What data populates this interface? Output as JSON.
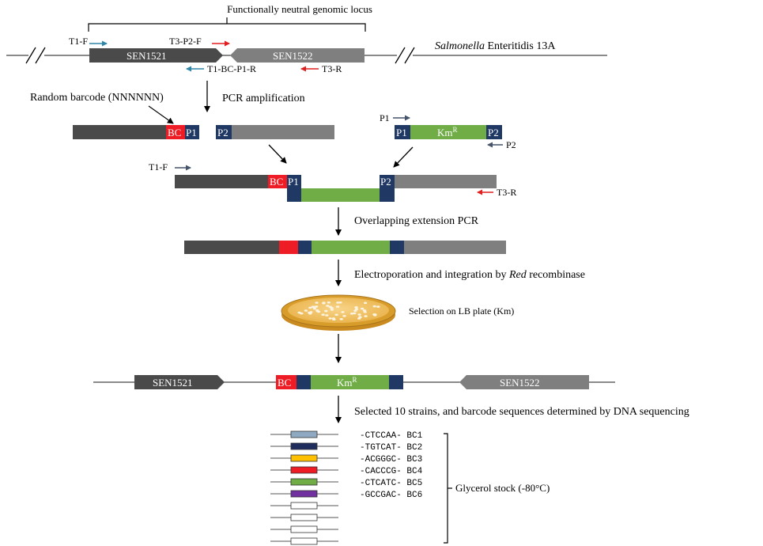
{
  "colors": {
    "dark_gray": "#4a4a4a",
    "mid_gray": "#7f7f7f",
    "barcode_red": "#ee1c24",
    "primer_navy": "#1f3864",
    "km_green": "#70ad47",
    "teal_arrow": "#2e86a8",
    "red_arrow": "#e02020",
    "plate_fill": "#f4c56a",
    "plate_rim": "#d89c2a"
  },
  "locus": {
    "bracket_label": "Functionally neutral genomic locus",
    "organism_italic": "Salmonella",
    "organism_rest": " Enteritidis 13A",
    "gene1": "SEN1521",
    "gene2": "SEN1522"
  },
  "primers": {
    "t1f": "T1-F",
    "t3p2f": "T3-P2-F",
    "t1bcp1r": "T1-BC-P1-R",
    "t3r": "T3-R",
    "p1": "P1",
    "p2": "P2"
  },
  "labels": {
    "random_barcode": "Random barcode (NNNNNN)",
    "bc": "BC",
    "p1": "P1",
    "p2": "P2",
    "km_base": "Km",
    "km_sup": "R"
  },
  "steps": {
    "pcr": "PCR amplification",
    "overlap": "Overlapping extension PCR",
    "electro_prefix": "Electroporation and integration by ",
    "electro_italic": "Red",
    "electro_suffix": " recombinase",
    "selection": "Selection on LB plate (Km)",
    "selected": "Selected 10 strains, and barcode sequences determined by DNA sequencing"
  },
  "final": {
    "gene1": "SEN1521",
    "gene2": "SEN1522",
    "bc": "BC"
  },
  "barcodes": [
    {
      "seq": "-CTCCAA-",
      "name": "BC1",
      "color": "#8ea9c1"
    },
    {
      "seq": "-TGTCAT-",
      "name": "BC2",
      "color": "#1f2d5c"
    },
    {
      "seq": "-ACGGGC-",
      "name": "BC3",
      "color": "#ffc000"
    },
    {
      "seq": "-CACCCG-",
      "name": "BC4",
      "color": "#ee1c24"
    },
    {
      "seq": "-CTCATC-",
      "name": "BC5",
      "color": "#70ad47"
    },
    {
      "seq": "-GCCGAC-",
      "name": "BC6",
      "color": "#7030a0"
    },
    {
      "seq": "",
      "name": "",
      "color": "#ffffff"
    },
    {
      "seq": "",
      "name": "",
      "color": "#ffffff"
    },
    {
      "seq": "",
      "name": "",
      "color": "#ffffff"
    },
    {
      "seq": "",
      "name": "",
      "color": "#ffffff"
    }
  ],
  "stock_label": "Glycerol stock (-80°C)"
}
